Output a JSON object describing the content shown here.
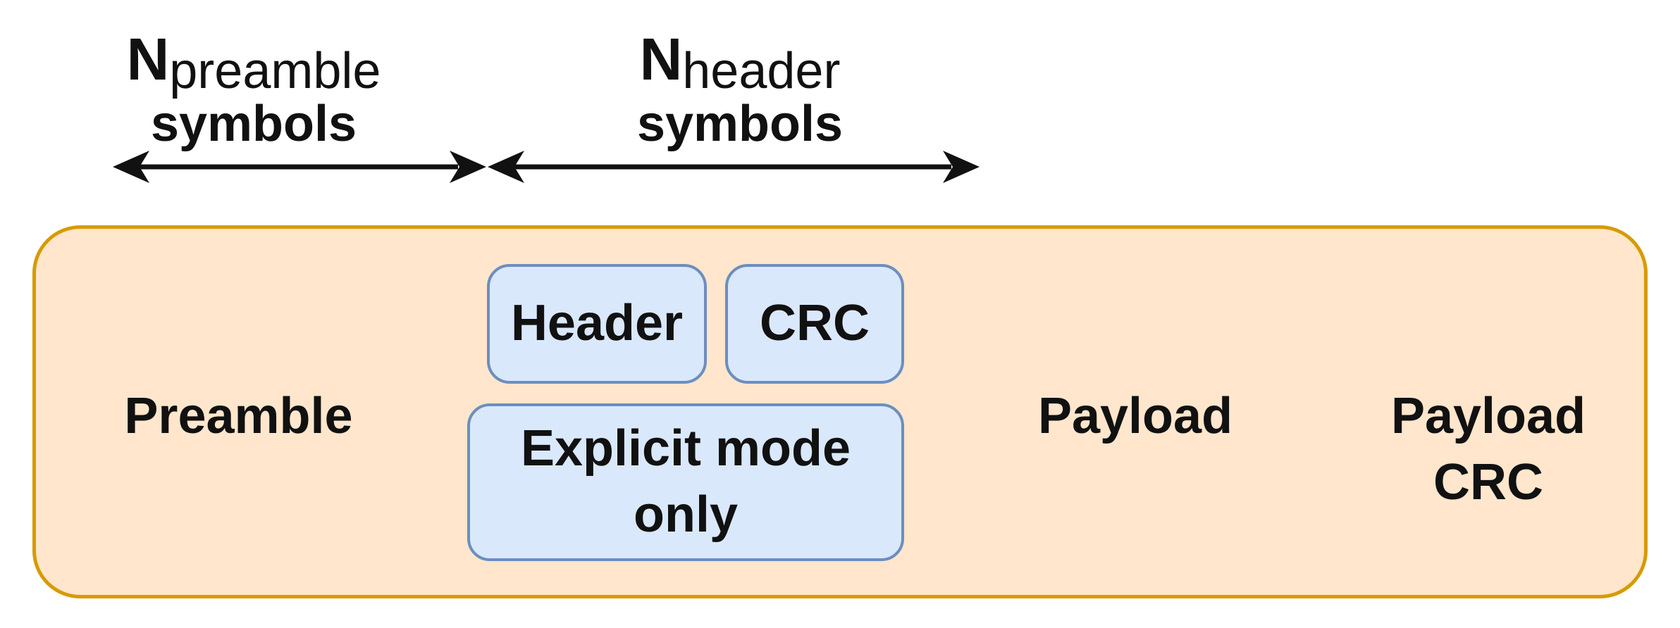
{
  "labels": {
    "preamble_dim": {
      "symbol": "N",
      "subscript": "preamble",
      "unit": "symbols"
    },
    "header_dim": {
      "symbol": "N",
      "subscript": "header",
      "unit": "symbols"
    }
  },
  "packet": {
    "preamble": "Preamble",
    "header": "Header",
    "crc": "CRC",
    "explicit_mode": "Explicit mode only",
    "payload": "Payload",
    "payload_crc": "Payload CRC"
  },
  "colors": {
    "packet_fill": "#ffe6cc",
    "packet_border": "#d79b00",
    "inner_fill": "#dae8fc",
    "inner_border": "#6c8ebf",
    "line": "#111111"
  }
}
